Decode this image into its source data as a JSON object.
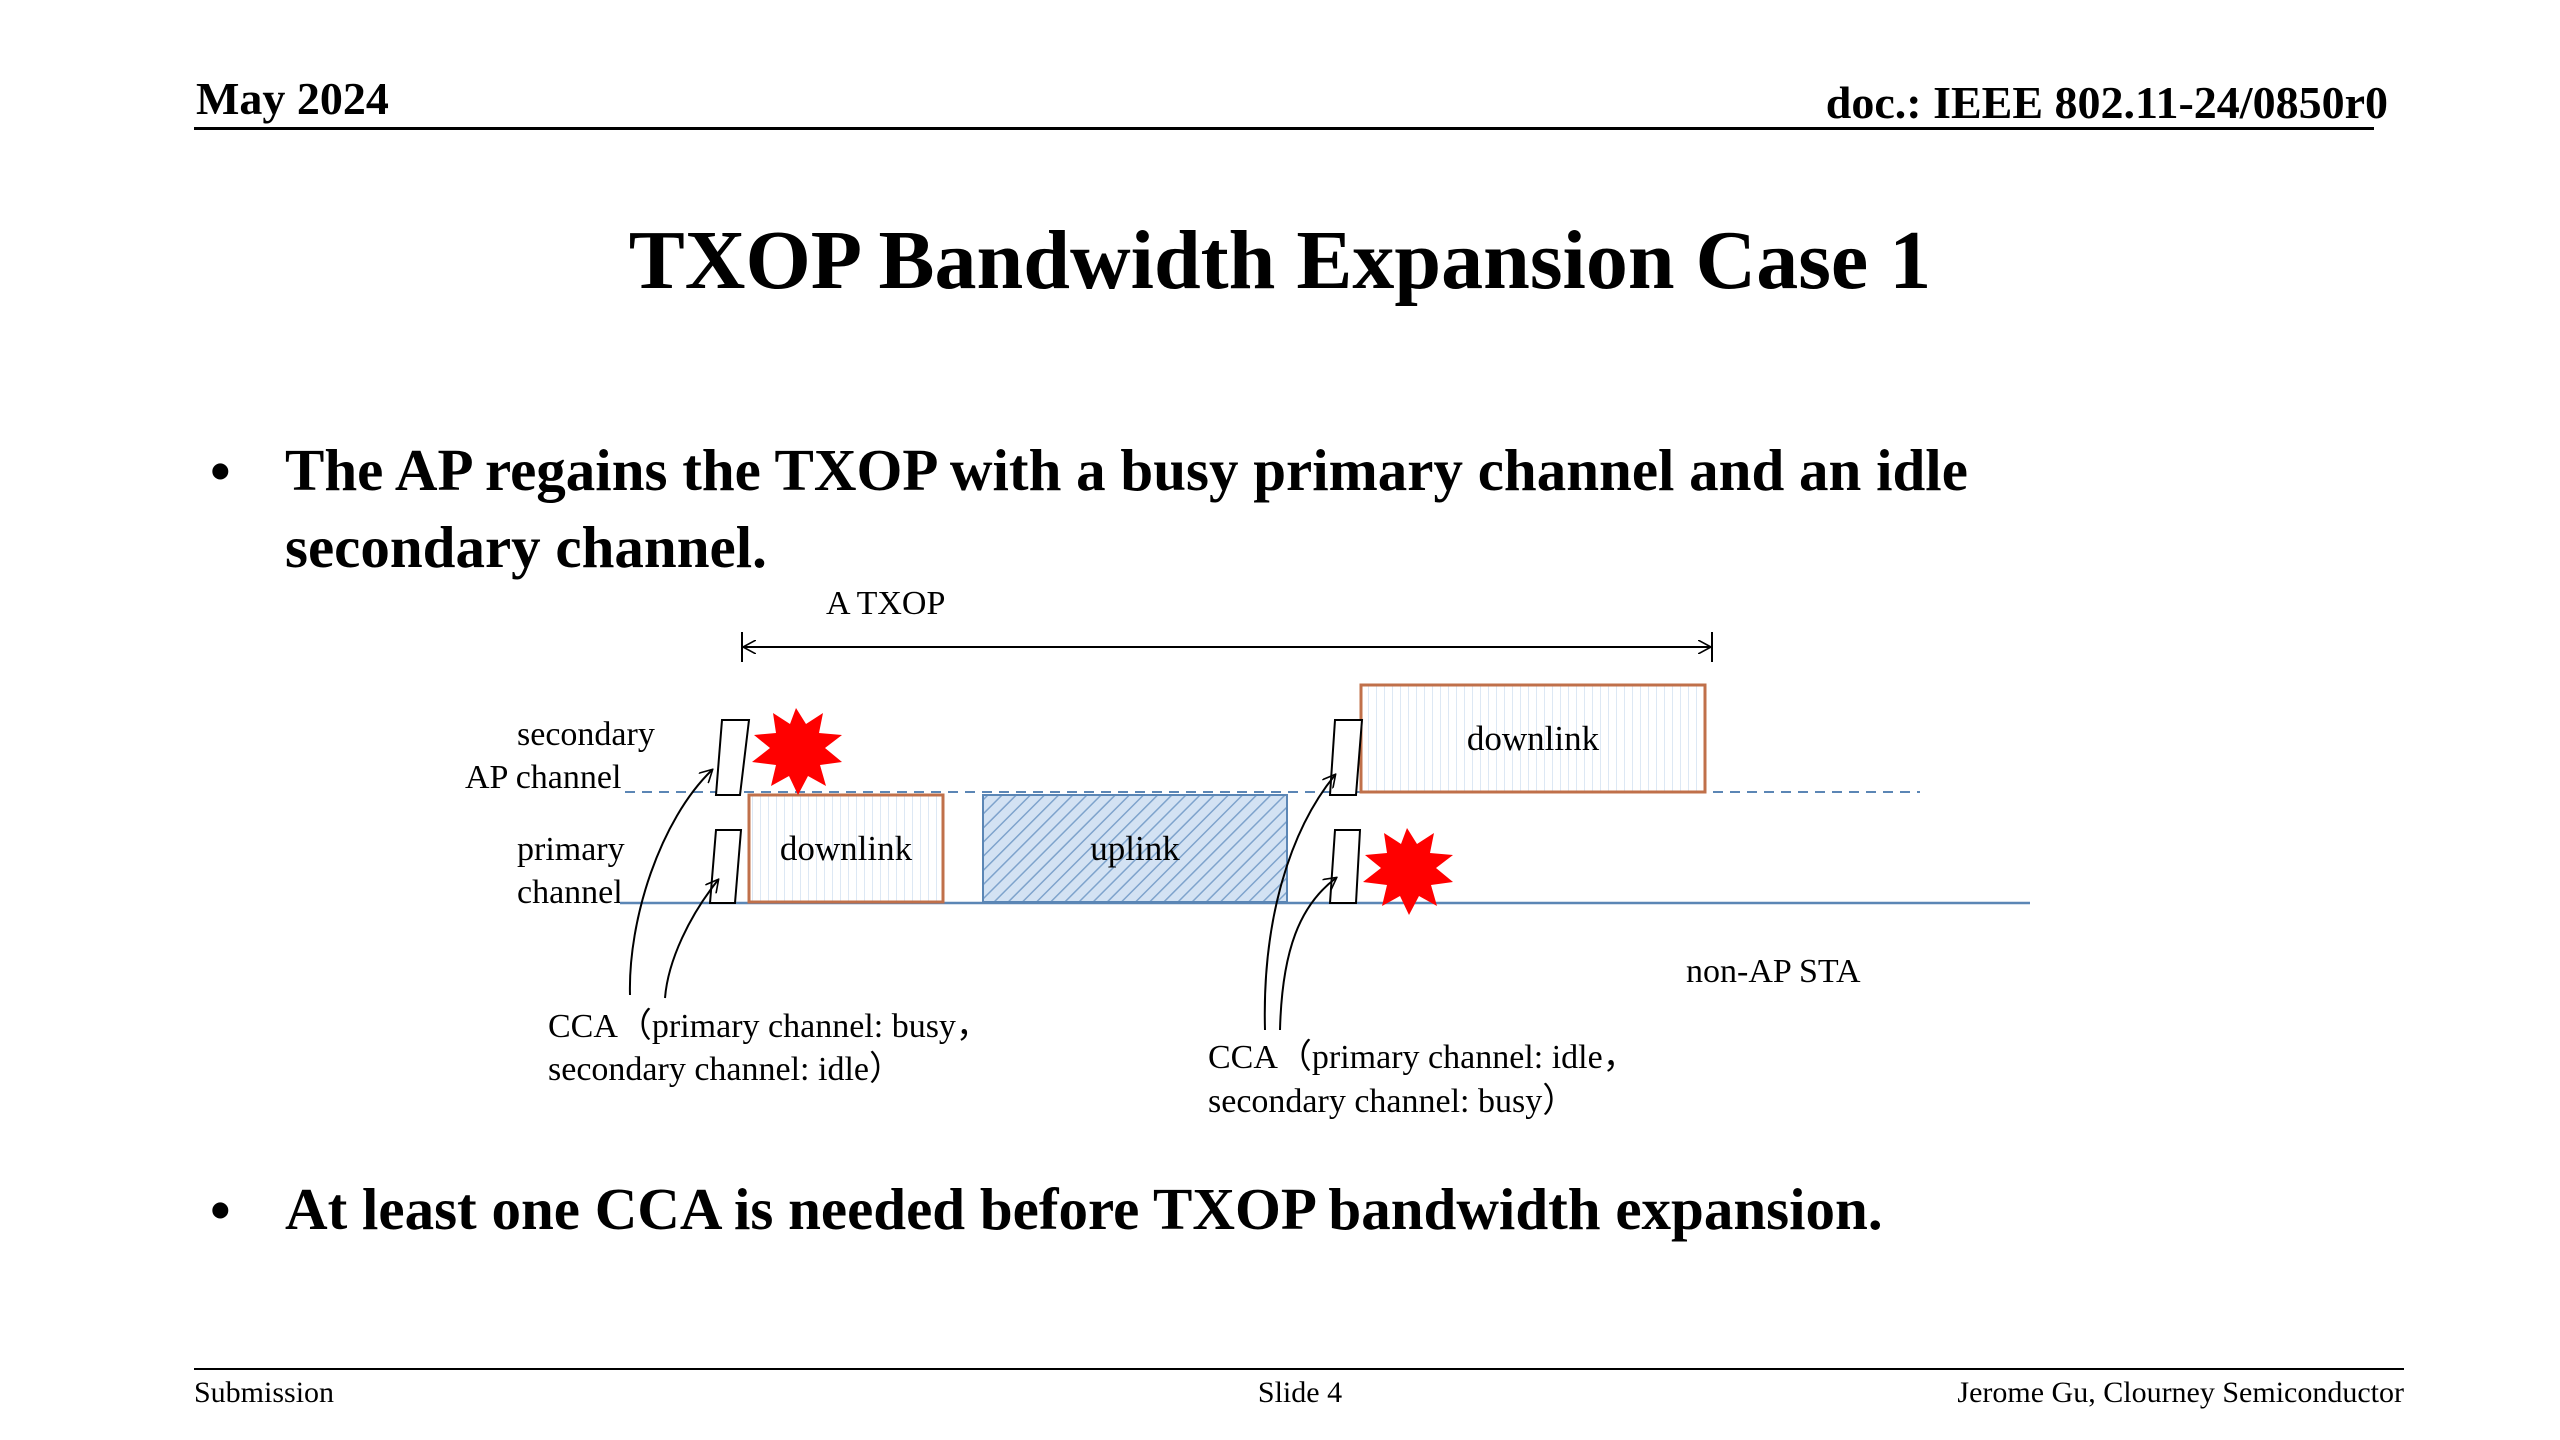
{
  "header": {
    "date": "May 2024",
    "doc_id": "doc.: IEEE 802.11-24/0850r0"
  },
  "slide": {
    "title": "TXOP Bandwidth Expansion Case 1",
    "bullets": [
      {
        "marker": "•",
        "line1": "The AP regains the TXOP with a busy primary channel and an idle",
        "line2": "secondary channel."
      },
      {
        "marker": "•",
        "line1": "At least one CCA is needed before TXOP bandwidth expansion."
      }
    ]
  },
  "diagram": {
    "txop_label": "A  TXOP",
    "secondary_label": "secondary",
    "ap_channel_label": "AP channel",
    "primary_label": "primary",
    "channel_label": "channel",
    "blocks": {
      "downlink_primary": "downlink",
      "uplink_primary": "uplink",
      "downlink_secondary": "downlink"
    },
    "non_ap_sta_label": "non-AP STA",
    "cca_1": {
      "line1": "CCA（primary channel: busy，",
      "line2": "secondary channel: idle）"
    },
    "cca_2": {
      "line1": "CCA（primary channel: idle，",
      "line2": "secondary channel: busy）"
    },
    "colors": {
      "burst": "#ff0000",
      "channel_line": "#5b86b5",
      "block_border": "#c0704a",
      "uplink_fill": "#b9d0ea"
    }
  },
  "footer": {
    "left": "Submission",
    "center": "Slide 4",
    "right": "Jerome Gu, Clourney Semiconductor"
  }
}
